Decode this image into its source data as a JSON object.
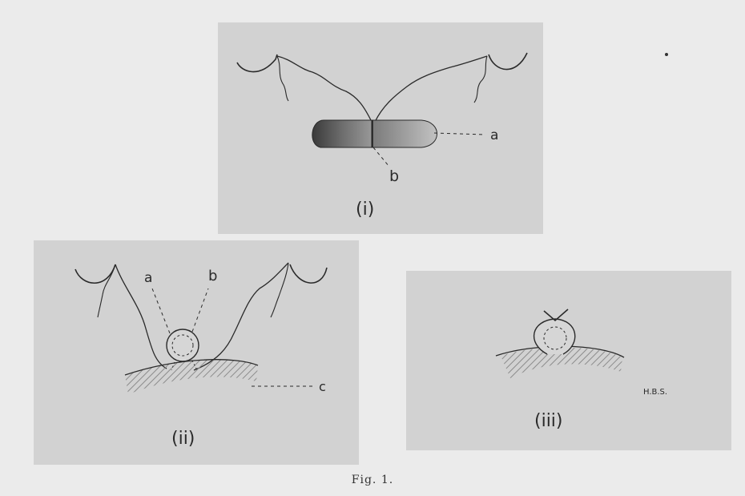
{
  "figure": {
    "caption": "Fig. 1.",
    "panels": [
      {
        "id": "i",
        "label": "(i)",
        "annotations": [
          "a",
          "b"
        ]
      },
      {
        "id": "ii",
        "label": "(ii)",
        "annotations": [
          "a",
          "b",
          "c"
        ]
      },
      {
        "id": "iii",
        "label": "(iii)",
        "annotations": [],
        "initials": "H.B.S."
      }
    ]
  },
  "colors": {
    "page": "#ebebeb",
    "panel": "#d2d2d2",
    "ink": "#2a2a2a",
    "hatch": "#8c8c8c"
  }
}
